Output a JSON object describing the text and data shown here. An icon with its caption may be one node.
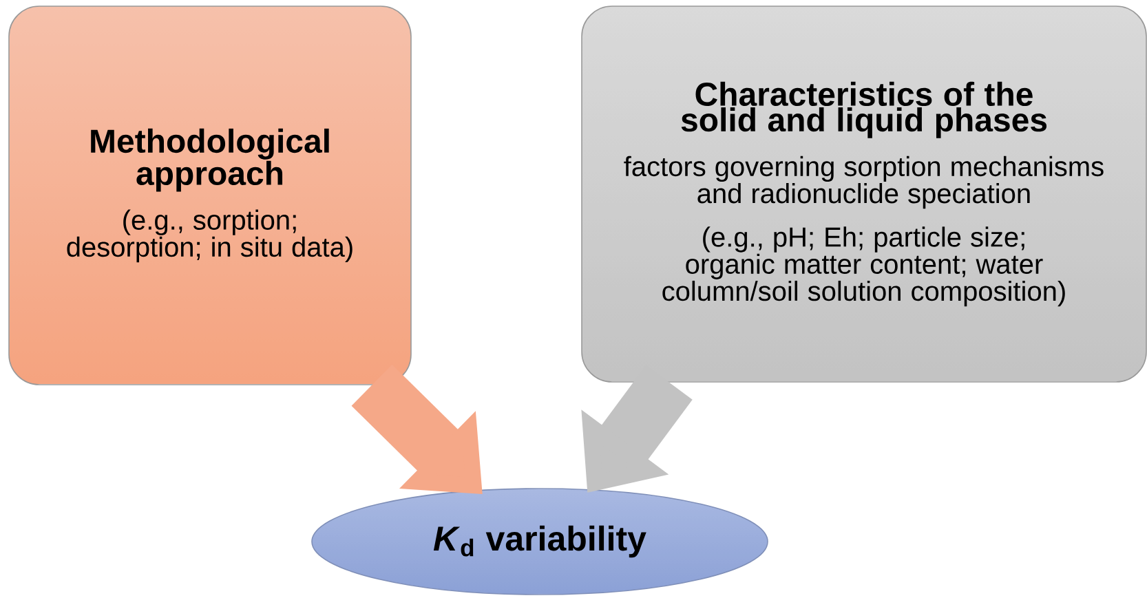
{
  "diagram": {
    "nodes": [
      {
        "text": [
          "Methodological approach",
          "(e.g., sorption; desorption; in situ data)"
        ]
      },
      {
        "text": [
          "Characteristics of the solid and liquid phases",
          "factors governing sorption mechanisms and radionuclide speciation",
          "(e.g., pH; Eh; particle size; organic matter content; water column/soil solution composition)"
        ]
      },
      {
        "text": [
          "*K*$_{d}$ variability"
        ]
      }
    ],
    "edges": [
      {
        "from": 0,
        "to": 2,
        "arrow": "to",
        "color": "#f5a888"
      },
      {
        "from": 1,
        "to": 2,
        "arrow": "to",
        "color": "#c2c2c2"
      }
    ]
  }
}
